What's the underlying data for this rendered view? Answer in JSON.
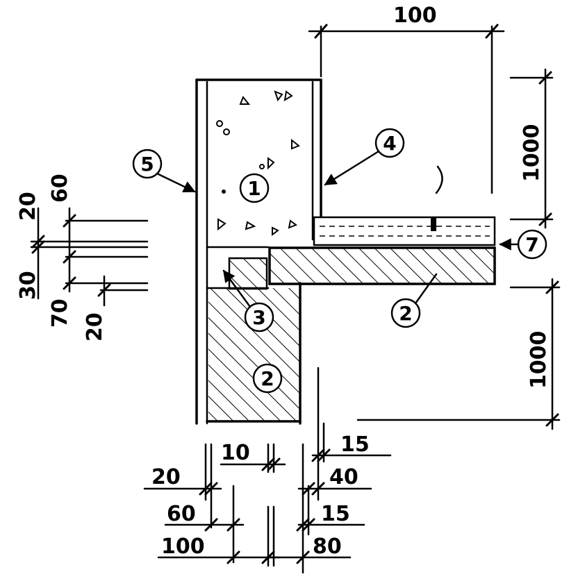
{
  "dimensions": {
    "top_width": "100",
    "right_upper": "1000",
    "right_lower": "1000",
    "left_20a": "20",
    "left_60": "60",
    "left_30": "30",
    "left_70": "70",
    "left_20b": "20",
    "bottom_10": "10",
    "bottom_20": "20",
    "bottom_60": "60",
    "bottom_100": "100",
    "bottom_15a": "15",
    "bottom_40": "40",
    "bottom_15b": "15",
    "bottom_80": "80"
  },
  "callouts": {
    "c1": "1",
    "c2_right": "2",
    "c2_lower": "2",
    "c3": "3",
    "c4": "4",
    "c5": "5",
    "c7": "7"
  },
  "colors": {
    "ink": "#000000",
    "paper": "#ffffff"
  }
}
